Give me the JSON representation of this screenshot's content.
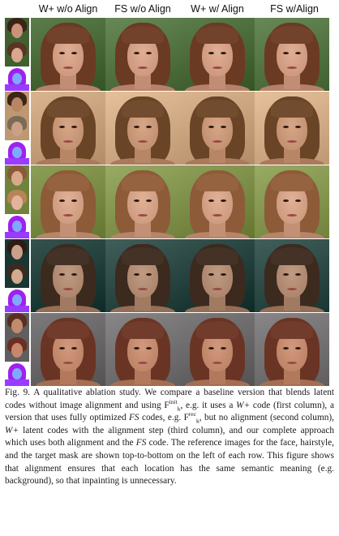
{
  "columns": [
    "W+ w/o Align",
    "FS w/o Align",
    "W+ w/ Align",
    "FS w/Align"
  ],
  "rows": [
    {
      "refs": [
        {
          "skin": "#c9937a",
          "hair": "#3a2318"
        },
        {
          "skin": "#d8a78d",
          "hair": "#5a3424"
        }
      ],
      "bg": "#4a6a3a",
      "skin": "#d3a086",
      "hair": "#6b3a22"
    },
    {
      "refs": [
        {
          "skin": "#b98663",
          "hair": "#3d2617"
        },
        {
          "skin": "#caa186",
          "hair": "#7a6a58"
        }
      ],
      "bg": "#c8a27c",
      "skin": "#c99878",
      "hair": "#6a4426"
    },
    {
      "refs": [
        {
          "skin": "#d9a98e",
          "hair": "#8a5a38"
        },
        {
          "skin": "#e0b59b",
          "hair": "#b88356"
        }
      ],
      "bg": "#7a8c46",
      "skin": "#d4a286",
      "hair": "#8d5b38"
    },
    {
      "refs": [
        {
          "skin": "#caa08a",
          "hair": "#2d1c14"
        },
        {
          "skin": "#d2ab92",
          "hair": "#3d2a1f"
        }
      ],
      "bg": "#23403c",
      "skin": "#b38c74",
      "hair": "#3c2a1f"
    },
    {
      "refs": [
        {
          "skin": "#c18b6e",
          "hair": "#5a2e22"
        },
        {
          "skin": "#c7876c",
          "hair": "#6a2f22"
        }
      ],
      "bg": "#6a6868",
      "skin": "#c48b6f",
      "hair": "#6a3424"
    }
  ],
  "caption": {
    "fig_label": "Fig. 9.",
    "text_1": "A qualitative ablation study. We compare a baseline version that blends latent codes without image alignment and using ",
    "F_symbol": "F",
    "sup_init": "init",
    "sub_k": "k",
    "text_2": ", e.g. it uses a ",
    "wplus": "W+",
    "text_3": " code (first column), a version that uses fully optimized ",
    "fs1": "FS",
    "text_4": " codes, e.g. ",
    "F_symbol2": "F",
    "sup_rec": "rec",
    "sub_k2": "k",
    "text_5": ", but no alignment (second column), ",
    "wplus2": "W+",
    "text_6": " latent codes with the alignment step (third column), and our complete approach which uses both alignment and the ",
    "fs2": "FS",
    "text_7": " code. The reference images for the face, hairstyle, and the target mask are shown top-to-bottom on the left of each row. This figure shows that alignment ensures that each location has the same semantic meaning (e.g. background), so that inpainting is unnecessary."
  }
}
